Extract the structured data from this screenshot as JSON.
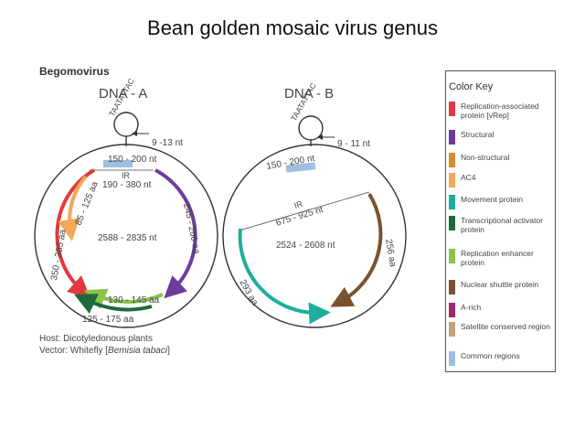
{
  "title": "Bean golden mosaic virus genus",
  "genus": "Begomovirus",
  "dna_a": {
    "label": "DNA - A",
    "loop_seq": "TAATATTAC",
    "stem": "9 -13 nt",
    "common_region": "150 - 200 nt",
    "ir_label": "IR",
    "ir_len": "190 - 380 nt",
    "genome": "2588 - 2835 nt",
    "rep": "350 - 385 aa",
    "ac4": "85 - 125 aa",
    "cp": "245 - 260 aa",
    "ren": "130 - 145 aa",
    "trap": "125 - 175 aa"
  },
  "dna_b": {
    "label": "DNA - B",
    "loop_seq": "TAATATTAC",
    "stem": "9 - 11 nt",
    "common_region": "150 - 200 nt",
    "ir_label": "IR",
    "ir_len": "675 - 925 nt",
    "genome": "2524 - 2608 nt",
    "nsp": "256 aa",
    "mp": "293 aa"
  },
  "host": "Host: Dicotyledonous plants",
  "vector_prefix": "Vector: Whitefly [",
  "vector_species": "Bemisia tabaci",
  "vector_suffix": "]",
  "color_key": {
    "title": "Color Key",
    "items": [
      {
        "label": "Replication-associated protein [vRep]",
        "color": "#e03a3e"
      },
      {
        "label": "Structural",
        "color": "#6a3d9a"
      },
      {
        "label": "Non-structural",
        "color": "#d98a2b"
      },
      {
        "label": "AC4",
        "color": "#f3a85a"
      },
      {
        "label": "Movement protein",
        "color": "#1fae9c"
      },
      {
        "label": "Transcriptional activator protein",
        "color": "#1d6b3a"
      },
      {
        "label": "Replication enhancer protein",
        "color": "#8cc34b"
      },
      {
        "label": "Nuclear shuttle protein",
        "color": "#7a5230"
      },
      {
        "label": "A-rich",
        "color": "#a3266a"
      },
      {
        "label": "Satellite conserved region",
        "color": "#c2a37a"
      },
      {
        "label": "Common regions",
        "color": "#9dbfe0"
      }
    ]
  }
}
